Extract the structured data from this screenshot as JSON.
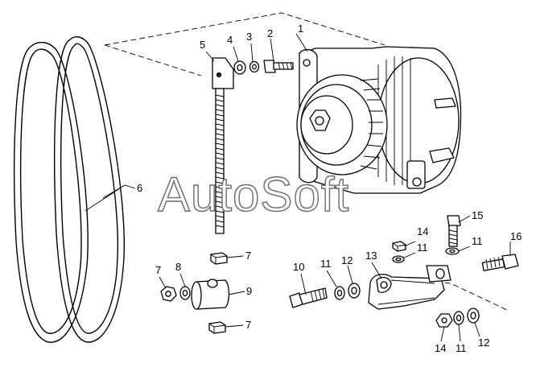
{
  "watermark": "AutoSoft",
  "callouts": [
    {
      "id": "c1",
      "text": "1"
    },
    {
      "id": "c2",
      "text": "2"
    },
    {
      "id": "c3",
      "text": "3"
    },
    {
      "id": "c4",
      "text": "4"
    },
    {
      "id": "c5",
      "text": "5"
    },
    {
      "id": "c6",
      "text": "6"
    },
    {
      "id": "c7a",
      "text": "7"
    },
    {
      "id": "c7b",
      "text": "7"
    },
    {
      "id": "c7c",
      "text": "7"
    },
    {
      "id": "c8",
      "text": "8"
    },
    {
      "id": "c9",
      "text": "9"
    },
    {
      "id": "c10",
      "text": "10"
    },
    {
      "id": "c11a",
      "text": "11"
    },
    {
      "id": "c11b",
      "text": "11"
    },
    {
      "id": "c11c",
      "text": "11"
    },
    {
      "id": "c11d",
      "text": "11"
    },
    {
      "id": "c12a",
      "text": "12"
    },
    {
      "id": "c12b",
      "text": "12"
    },
    {
      "id": "c13",
      "text": "13"
    },
    {
      "id": "c14a",
      "text": "14"
    },
    {
      "id": "c14b",
      "text": "14"
    },
    {
      "id": "c15",
      "text": "15"
    },
    {
      "id": "c16",
      "text": "16"
    }
  ]
}
